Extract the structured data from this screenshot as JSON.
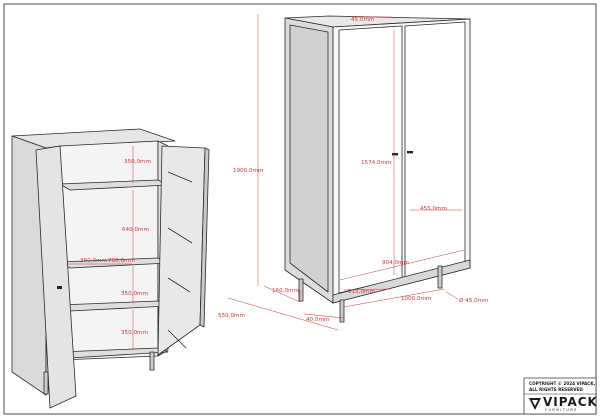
{
  "colors": {
    "dimension": "#d03a3a",
    "outline": "#2a2a2a",
    "panel_front": "#ffffff",
    "panel_shade": "#e9e9e9",
    "panel_dark": "#d6d6d6"
  },
  "open_view": {
    "dims": {
      "top_shelf_gap": "350,0mm",
      "upper_height": "640,0mm",
      "shelf_depth": "360,0mm",
      "shelf_width": "760,0mm",
      "mid_gap": "350,0mm",
      "bottom_gap": "350,0mm"
    }
  },
  "closed_view": {
    "dims": {
      "top_frame": "45,0mm",
      "door_height": "1574,0mm",
      "total_height": "1900,0mm",
      "handle_offset": "455,0mm",
      "inner_width": "904,0mm",
      "leg_height": "160,0mm",
      "base_offset": "115,0mm",
      "total_width": "1000,0mm",
      "leg_diameter": "Ø 45,0mm",
      "depth": "550,0mm",
      "side_thickness": "40,0mm"
    }
  },
  "title_block": {
    "copyright": "COPYRIGHT © 2024 VIPACK,",
    "rights": "ALL RIGHTS RESERVED",
    "brand": "VIPACK",
    "brand_sub": "FURNITURE",
    "logo_icon": "vipack-logo-icon"
  }
}
